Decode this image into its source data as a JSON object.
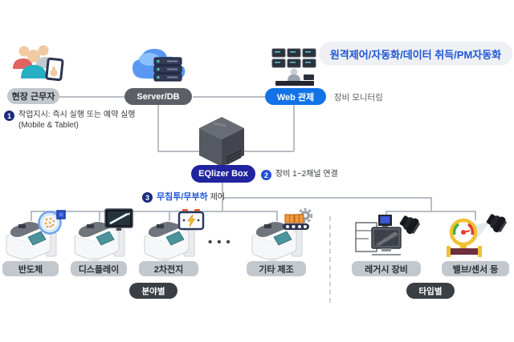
{
  "banner": {
    "text": "원격제어/자동화/데이터 취득/PM자동화"
  },
  "nodes": {
    "field_worker": {
      "label": "현장 근무자"
    },
    "server_db": {
      "label": "Server/DB"
    },
    "web_control": {
      "label": "Web 관제",
      "side_note": "장비 모니터링"
    },
    "eqlizer_box": {
      "label": "EQlizer Box"
    }
  },
  "notes": {
    "n1": {
      "num": "1",
      "text": "작업지시: 즉시 실행 또는 예약 실행",
      "sub": "(Mobile & Tablet)"
    },
    "n2": {
      "num": "2",
      "text": "장비 1~2채널 연결"
    },
    "n3": {
      "num": "3",
      "highlight": "무침투/무부하",
      "text": "제어"
    }
  },
  "machines": {
    "by_field": {
      "group_label": "분야별",
      "ellipsis": "•••",
      "items": [
        {
          "label": "반도체"
        },
        {
          "label": "디스플레이"
        },
        {
          "label": "2차전지"
        },
        {
          "label": "기타 제조"
        }
      ]
    },
    "by_type": {
      "group_label": "타입별",
      "items": [
        {
          "label": "레거시 장비"
        },
        {
          "label": "밸브/센서 등"
        }
      ]
    }
  },
  "colors": {
    "accent_blue": "#1273e6",
    "headline_blue": "#1f56d6",
    "navy_pill": "#20249e",
    "charcoal_pill": "#3a3e45",
    "gray_pill": "#c3c8cf",
    "server_pill": "#5b6066",
    "connector_gray": "#b9bec5"
  }
}
